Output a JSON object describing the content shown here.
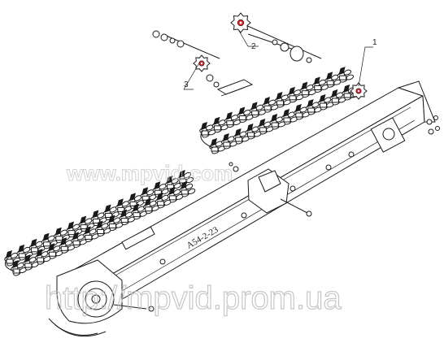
{
  "diagram": {
    "callouts": [
      {
        "id": "callout-1",
        "label": "1"
      },
      {
        "id": "callout-2",
        "label": "2"
      },
      {
        "id": "callout-3",
        "label": "3"
      }
    ],
    "frame_code": "А54-2-23",
    "watermark_middle": "www.mpvid.com",
    "watermark_bottom": "http://mpvid.prom.ua",
    "colors": {
      "line": "#1a1a1a",
      "highlight": "#e0202a",
      "watermark": "#c0c0c0"
    }
  }
}
